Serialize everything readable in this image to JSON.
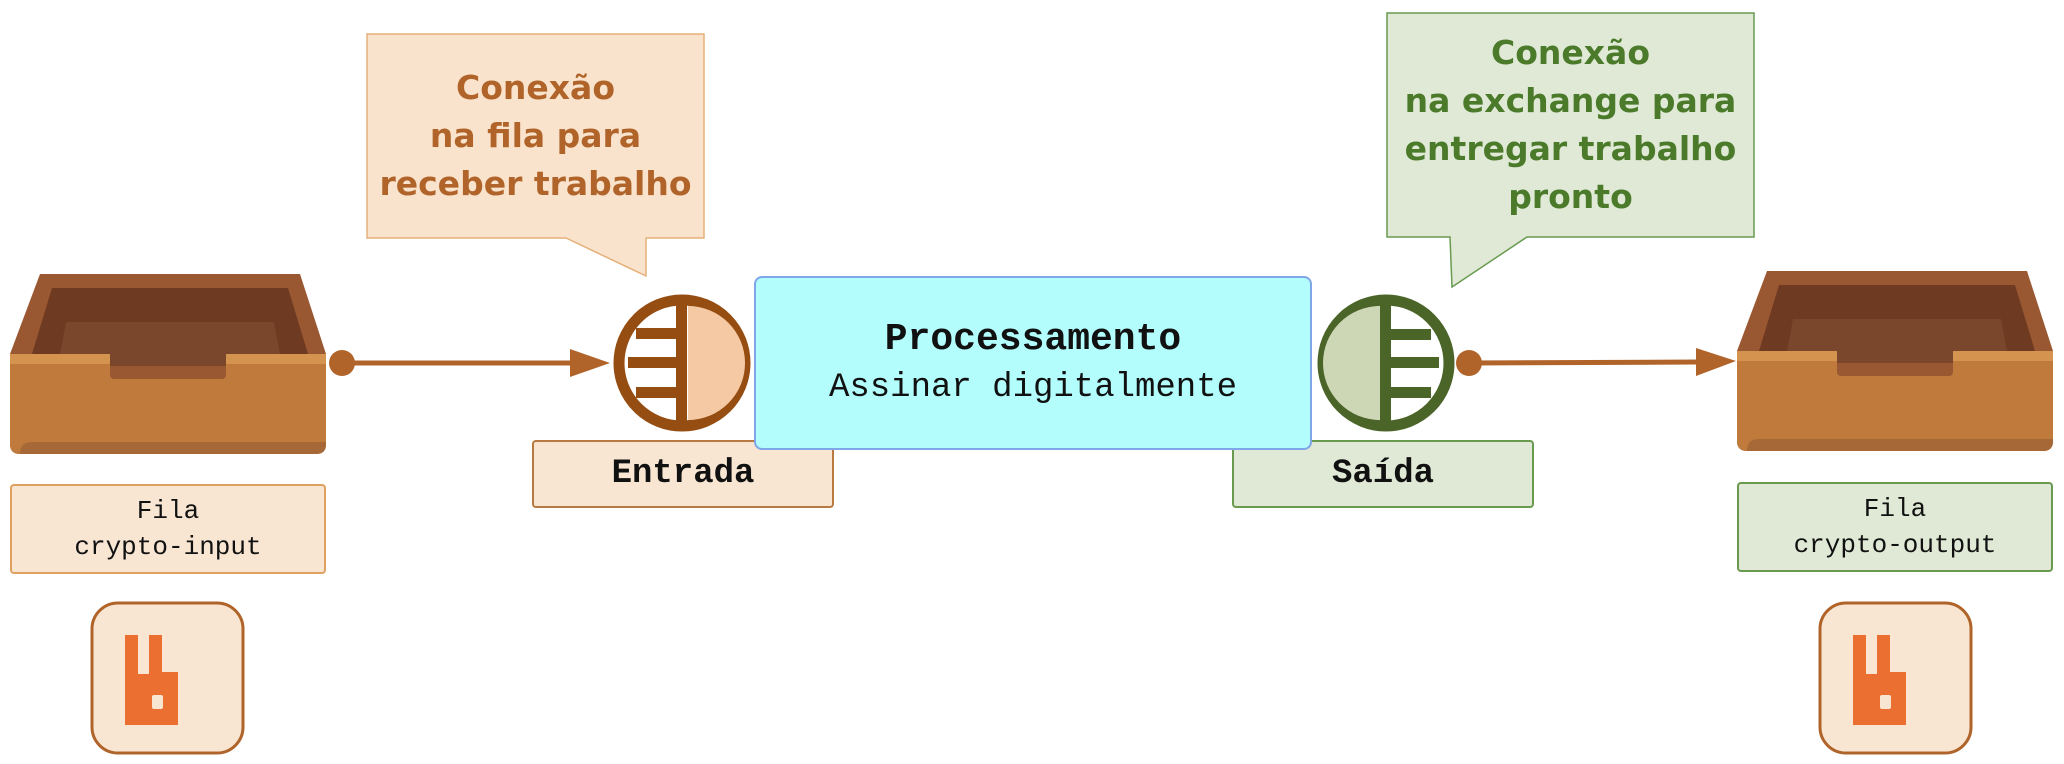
{
  "callouts": {
    "input": {
      "lines": [
        "Conexão",
        "na fila para",
        "receber trabalho"
      ]
    },
    "output": {
      "lines": [
        "Conexão",
        "na exchange para",
        "entregar trabalho",
        "pronto"
      ]
    }
  },
  "process": {
    "title": "Processamento",
    "subtitle": "Assinar digitalmente"
  },
  "ports": {
    "input_label": "Entrada",
    "output_label": "Saída"
  },
  "queues": {
    "input": {
      "line1": "Fila",
      "line2": "crypto-input"
    },
    "output": {
      "line1": "Fila",
      "line2": "crypto-output"
    }
  },
  "icons": {
    "tray": "inbox-tray-icon",
    "broker": "rabbitmq-icon",
    "port_in": "input-port-icon",
    "port_out": "output-port-icon"
  },
  "colors": {
    "brown": "#9a4e12",
    "green": "#4b6428",
    "orange": "#ec6f32",
    "arrow": "#b0642a",
    "process": "#b3fdfd"
  }
}
